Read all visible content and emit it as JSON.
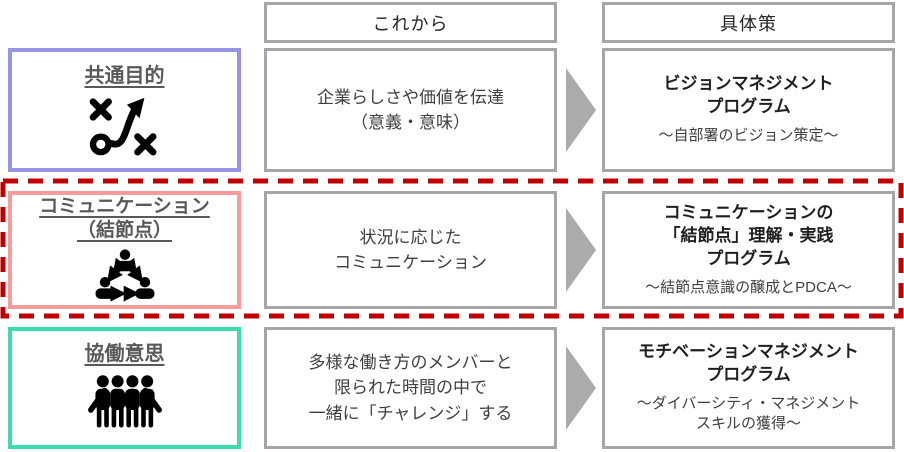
{
  "column_headers": {
    "approach": "これから",
    "measures": "具体策"
  },
  "rows": [
    {
      "category": "共通目的",
      "icon": "strategy-icon",
      "description": "企業らしさや価値を伝達\n（意義・意味）",
      "program_title": "ビジョンマネジメント\nプログラム",
      "program_subtitle": "～自部署のビジョン策定～"
    },
    {
      "category": "コミュニケーション\n（結節点）",
      "icon": "people-network-icon",
      "description": "状況に応じた\nコミュニケーション",
      "program_title": "コミュニケーションの\n「結節点」理解・実践\nプログラム",
      "program_subtitle": "～結節点意識の醸成とPDCA～",
      "highlighted": true
    },
    {
      "category": "協働意思",
      "icon": "team-icon",
      "description": "多様な働き方のメンバーと\n限られた時間の中で\n一緒に「チャレンジ」する",
      "program_title": "モチベーションマネジメント\nプログラム",
      "program_subtitle": "～ダイバーシティ・マネジメント\nスキルの獲得～"
    }
  ],
  "colors": {
    "common_purpose_border": "#9694E8",
    "communication_border": "#F79B9B",
    "collaboration_border": "#3EDBAD",
    "highlight_dashed_border": "#C00000",
    "gray_box_border": "#A6A6A6",
    "arrow": "#ABABAB",
    "category_text": "#595959"
  }
}
